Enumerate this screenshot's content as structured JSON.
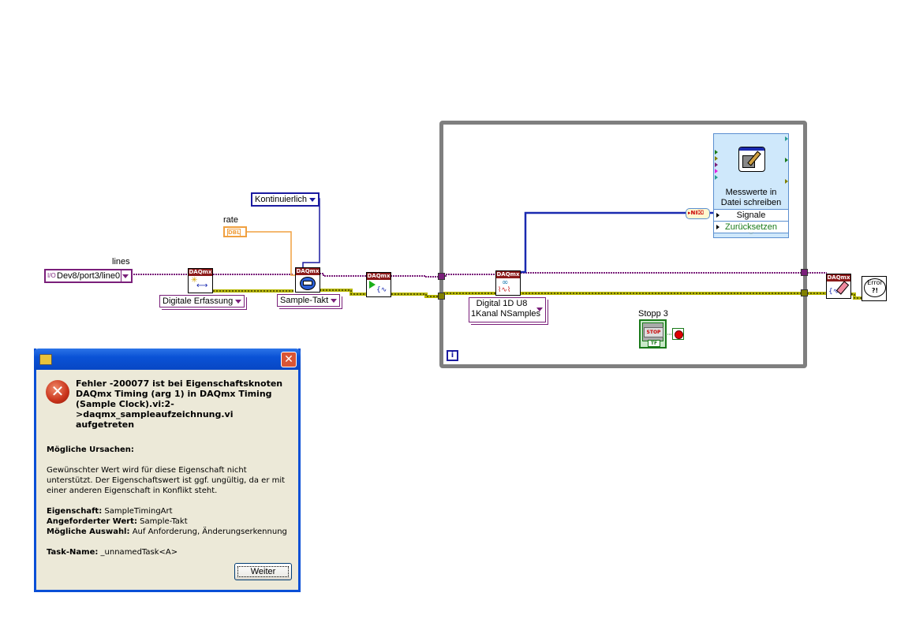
{
  "diagram": {
    "lines_label": "lines",
    "lines_constant": "Dev8/port3/line0",
    "rate_label": "rate",
    "rate_type": "DBL",
    "sample_mode": "Kontinuierlich",
    "create_channel_selector": "Digitale Erfassung",
    "timing_selector": "Sample-Takt",
    "read_selector_line1": "Digital 1D U8",
    "read_selector_line2": "1Kanal NSamples",
    "daqmx_header": "DAQmx",
    "express_vi": {
      "title_line1": "Messwerte in",
      "title_line2": "Datei schreiben",
      "input_signals": "Signale",
      "input_reset": "Zurücksetzen"
    },
    "stop_label": "Stopp 3",
    "stop_button_text": "STOP",
    "stop_type": "TF",
    "iteration_terminal": "i",
    "error_handler_text": "Error",
    "error_handler_sub": "?!"
  },
  "dialog": {
    "headline": "Fehler -200077 ist bei Eigenschaftsknoten DAQmx Timing (arg 1) in DAQmx Timing (Sample Clock).vi:2->daqmx_sampleaufzeichnung.vi  aufgetreten",
    "causes_heading": "Mögliche Ursachen:",
    "causes_text": "Gewünschter Wert wird für diese Eigenschaft nicht unterstützt. Der Eigenschaftswert ist ggf. ungültig, da er mit einer anderen Eigenschaft in Konflikt steht.",
    "property_label": "Eigenschaft:",
    "property_value": "SampleTimingArt",
    "requested_label": "Angeforderter Wert:",
    "requested_value": "Sample-Takt",
    "options_label": "Mögliche Auswahl:",
    "options_value": "Auf Anforderung, Änderungserkennung",
    "task_label": "Task-Name:",
    "task_value": "_unnamedTask<A>",
    "continue_button": "Weiter",
    "close_glyph": "✕",
    "error_glyph": "✕"
  }
}
